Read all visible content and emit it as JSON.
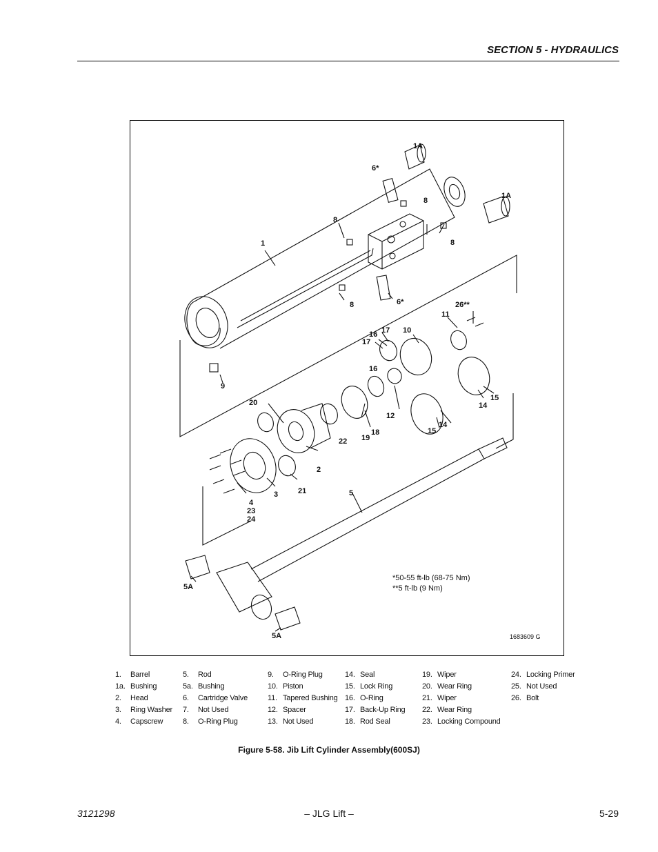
{
  "header": {
    "section_title": "SECTION 5 - HYDRAULICS"
  },
  "figure": {
    "callouts": {
      "c1A_top": "1A",
      "c1A_right": "1A",
      "c6_top": "6*",
      "c8_a": "8",
      "c8_b": "8",
      "c8_c": "8",
      "c8_d": "8",
      "c1": "1",
      "c6_bottom": "6*",
      "c26": "26**",
      "c11": "11",
      "c10": "10",
      "c17a": "17",
      "c16a": "16",
      "c17b": "17",
      "c16b": "16",
      "c9": "9",
      "c20": "20",
      "c2": "2",
      "c22": "22",
      "c19": "19",
      "c18": "18",
      "c12": "12",
      "c14a": "14",
      "c15a": "15",
      "c15b": "15",
      "c14b": "14",
      "c21": "21",
      "c3": "3",
      "c4": "4",
      "c23": "23",
      "c24": "24",
      "c5": "5",
      "c5A_left": "5A",
      "c5A_bottom": "5A"
    },
    "torque_notes": [
      "*50-55 ft-lb (68-75 Nm)",
      "**5 ft-lb (9 Nm)"
    ],
    "drawing_number": "1683609 G"
  },
  "legend": {
    "columns": [
      [
        {
          "n": "1.",
          "t": "Barrel"
        },
        {
          "n": "1a.",
          "t": "Bushing"
        },
        {
          "n": "2.",
          "t": "Head"
        },
        {
          "n": "3.",
          "t": "Ring Washer"
        },
        {
          "n": "4.",
          "t": "Capscrew"
        }
      ],
      [
        {
          "n": "5.",
          "t": "Rod"
        },
        {
          "n": "5a.",
          "t": "Bushing"
        },
        {
          "n": "6.",
          "t": "Cartridge Valve"
        },
        {
          "n": "7.",
          "t": "Not Used"
        },
        {
          "n": "8.",
          "t": "O-Ring Plug"
        }
      ],
      [
        {
          "n": "9.",
          "t": "O-Ring Plug"
        },
        {
          "n": "10.",
          "t": "Piston"
        },
        {
          "n": "11.",
          "t": "Tapered Bushing"
        },
        {
          "n": "12.",
          "t": "Spacer"
        },
        {
          "n": "13.",
          "t": "Not Used"
        }
      ],
      [
        {
          "n": "14.",
          "t": "Seal"
        },
        {
          "n": "15.",
          "t": "Lock Ring"
        },
        {
          "n": "16.",
          "t": "O-Ring"
        },
        {
          "n": "17.",
          "t": "Back-Up Ring"
        },
        {
          "n": "18.",
          "t": "Rod Seal"
        }
      ],
      [
        {
          "n": "19.",
          "t": "Wiper"
        },
        {
          "n": "20.",
          "t": "Wear Ring"
        },
        {
          "n": "21.",
          "t": "Wiper"
        },
        {
          "n": "22.",
          "t": "Wear Ring"
        },
        {
          "n": "23.",
          "t": "Locking Compound"
        }
      ],
      [
        {
          "n": "24.",
          "t": "Locking Primer"
        },
        {
          "n": "25.",
          "t": "Not Used"
        },
        {
          "n": "26.",
          "t": "Bolt"
        }
      ]
    ]
  },
  "caption": "Figure 5-58.  Jib Lift Cylinder Assembly(600SJ)",
  "footer": {
    "doc_number": "3121298",
    "center": "– JLG Lift –",
    "page": "5-29"
  }
}
